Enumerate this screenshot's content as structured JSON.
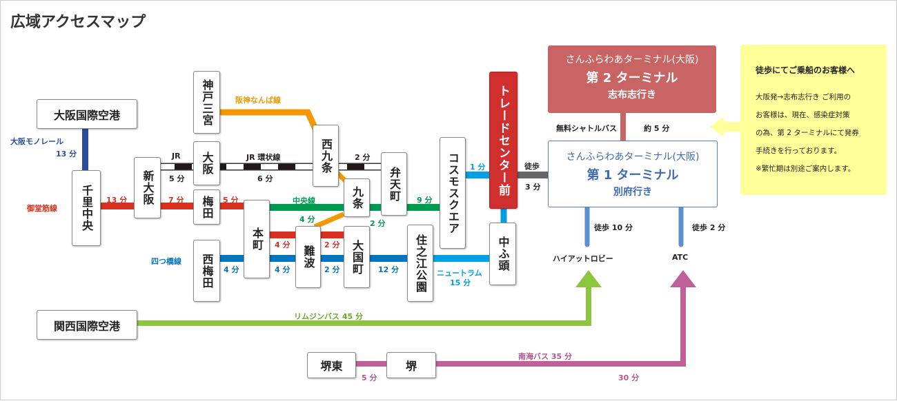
{
  "title": "広域アクセスマップ",
  "stations": {
    "itami": "大阪国際空港",
    "senri": "千里中央",
    "shinosaka": "新大阪",
    "osaka": "大阪",
    "kobe": "神戸三宮",
    "umeda": "梅田",
    "nishiumeda": "西梅田",
    "hommachi": "本町",
    "namba": "難波",
    "nishikujo": "西九条",
    "kujo": "九条",
    "daikokucho": "大国町",
    "bentencho": "弁天町",
    "suminoe": "住之江公園",
    "cosmo": "コスモスクエア",
    "trade": "トレードセンター前",
    "nakafuto": "中ふ頭",
    "kansai": "関西国際空港",
    "sakaihigashi": "堺東",
    "sakai": "堺"
  },
  "lines": {
    "monorail": "大阪モノレール",
    "midosuji": "御堂筋線",
    "jr": "JR",
    "jrloop": "JR 環状線",
    "hanshin": "阪神なんば線",
    "chuo": "中央線",
    "yotsubashi": "四つ橋線",
    "newtram": "ニュートラム",
    "limo": "リムジンバス 45 分",
    "nankai": "南海バス 35 分",
    "shuttle": "無料シャトルバス"
  },
  "times": {
    "mono": "13 分",
    "m1": "13 分",
    "m2": "7 分",
    "m3": "5 分",
    "m4": "4 分",
    "m5": "2 分",
    "jr1": "5 分",
    "jr2": "6 分",
    "jr3": "2 分",
    "c1": "4 分",
    "c2": "2 分",
    "c3": "9 分",
    "y1": "4 分",
    "y2": "4 分",
    "y3": "2 分",
    "y4": "12 分",
    "nt": "15 分",
    "nt2": "1 分",
    "walk": "徒歩",
    "walk3": "3 分",
    "shuttle": "約 5 分",
    "walk10": "徒歩 10 分",
    "walk2": "徒歩 2 分",
    "s1": "5 分",
    "s2": "30 分"
  },
  "terminal2": {
    "name": "さんふらわあターミナル(大阪)",
    "big": "第 2 ターミナル",
    "dest": "志布志行き"
  },
  "terminal1": {
    "name": "さんふらわあターミナル(大阪)",
    "big": "第 1 ターミナル",
    "dest": "別府行き"
  },
  "destinations": {
    "hyatt": "ハイアットロビー",
    "atc": "ATC"
  },
  "note": {
    "heading": "徒歩にてご乗船のお客様へ",
    "lines": [
      "大阪発→志布志行き ご利用の",
      "お客様は、現在、感染症対策",
      "の為、第 2 ターミナルにて発券",
      "手続きを行っております。",
      "※繁忙期は別途ご案内します。"
    ]
  }
}
